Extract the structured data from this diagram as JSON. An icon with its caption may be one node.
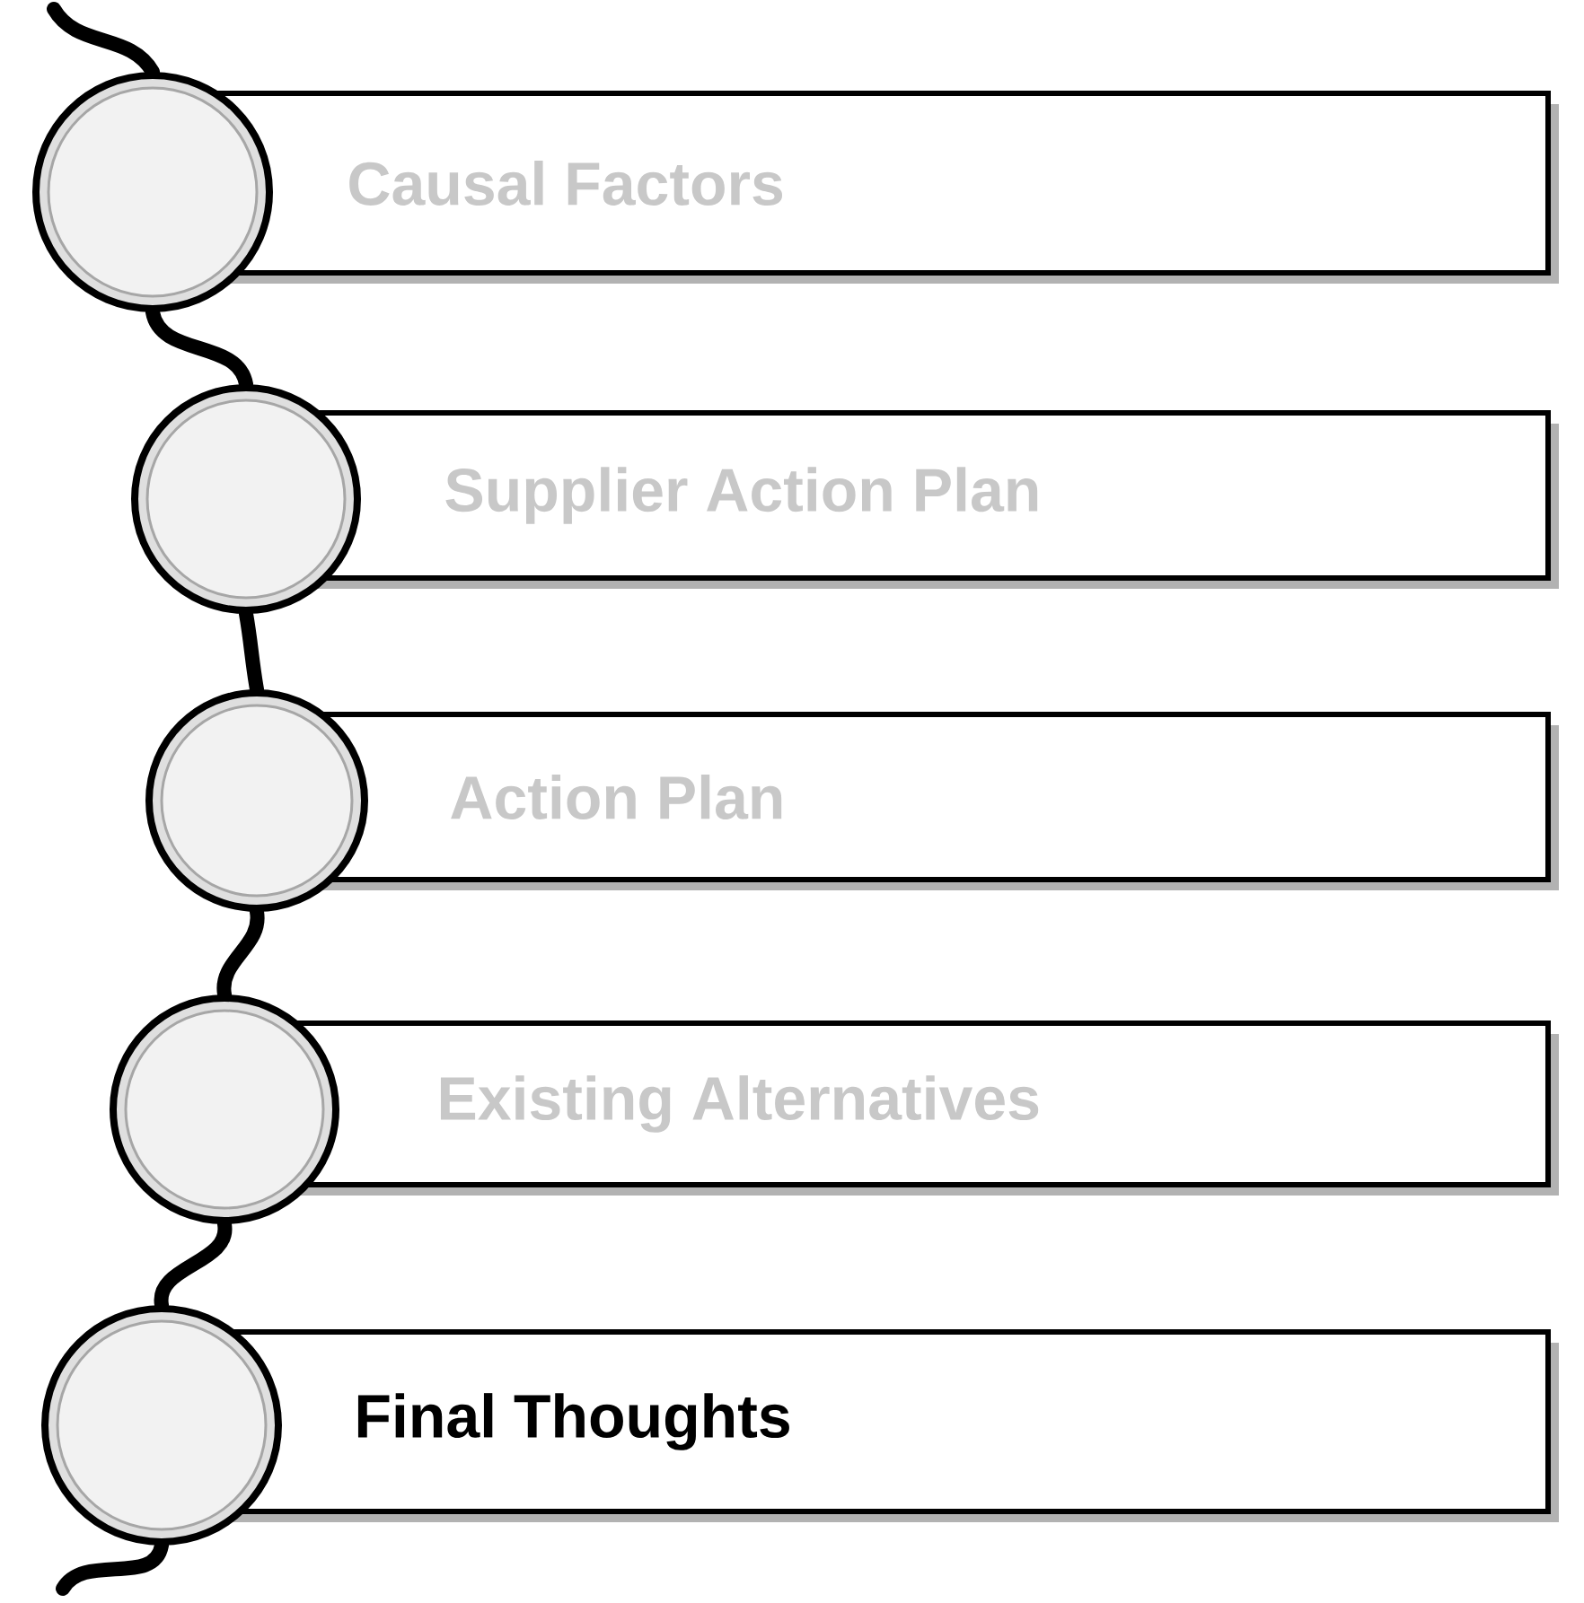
{
  "diagram": {
    "nodes": [
      {
        "text": [
          "Causal Factors"
        ]
      },
      {
        "text": [
          "Supplier Action Plan"
        ]
      },
      {
        "text": [
          "Action Plan"
        ]
      },
      {
        "text": [
          "Existing Alternatives"
        ]
      },
      {
        "text": [
          "Final Thoughts"
        ]
      },
      {
        "text": [],
        "shape": "circle"
      },
      {
        "text": [],
        "shape": "circle"
      },
      {
        "text": [],
        "shape": "circle"
      },
      {
        "text": [],
        "shape": "circle"
      },
      {
        "text": [],
        "shape": "circle"
      }
    ],
    "edges": [
      {
        "from": null,
        "to": 5,
        "arrow": "none"
      },
      {
        "from": 5,
        "to": 6,
        "arrow": "none"
      },
      {
        "from": 6,
        "to": 7,
        "arrow": "none"
      },
      {
        "from": 7,
        "to": 8,
        "arrow": "none"
      },
      {
        "from": 8,
        "to": 9,
        "arrow": "none"
      },
      {
        "from": 9,
        "to": null,
        "arrow": "none"
      }
    ]
  }
}
